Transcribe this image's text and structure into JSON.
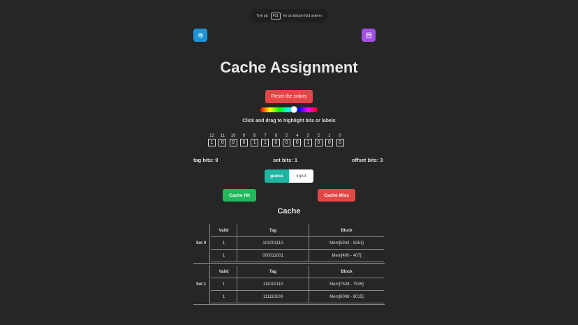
{
  "toast": {
    "prefix": "Tryk på",
    "key": "F11",
    "suffix": "for at afslutte fuld skærm"
  },
  "icons": {
    "left": "gear-icon",
    "right": "database-icon"
  },
  "title": "Cache Assignment",
  "reset_label": "Reset the colors",
  "hue_slider": {
    "value": 0.6
  },
  "instruction": "Click and drag to highlight bits or labels",
  "bits": [
    {
      "index": "12",
      "value": "1"
    },
    {
      "index": "11",
      "value": "0"
    },
    {
      "index": "10",
      "value": "0"
    },
    {
      "index": "9",
      "value": "0"
    },
    {
      "index": "8",
      "value": "1"
    },
    {
      "index": "7",
      "value": "1"
    },
    {
      "index": "6",
      "value": "0"
    },
    {
      "index": "5",
      "value": "0"
    },
    {
      "index": "4",
      "value": "0"
    },
    {
      "index": "3",
      "value": "1"
    },
    {
      "index": "2",
      "value": "0"
    },
    {
      "index": "1",
      "value": "0"
    },
    {
      "index": "0",
      "value": "0"
    }
  ],
  "bit_info": {
    "tag": "tag bits: 9",
    "set": "set bits: 1",
    "offset": "offset bits: 3"
  },
  "toggle": {
    "guess": "guess",
    "input": "input"
  },
  "hit_label": "Cache Hit",
  "miss_label": "Cache Miss",
  "cache": {
    "title": "Cache",
    "headers": {
      "valid": "Valid",
      "tag": "Tag",
      "block": "Block"
    },
    "sets": [
      {
        "label": "Set 0",
        "rows": [
          {
            "valid": "1",
            "tag": "101001110",
            "block": "Mem[5344 - 5351]"
          },
          {
            "valid": "1",
            "tag": "000011001",
            "block": "Mem[400 - 407]"
          }
        ]
      },
      {
        "label": "Set 1",
        "rows": [
          {
            "valid": "1",
            "tag": "111010110",
            "block": "Mem[7528 - 7535]"
          },
          {
            "valid": "1",
            "tag": "111110100",
            "block": "Mem[8008 - 8015]"
          }
        ]
      }
    ]
  },
  "colors": {
    "accent_blue": "#1e94d6",
    "accent_purple": "#a251e5",
    "hit": "#21b95a",
    "miss": "#e34646",
    "toggle_on": "#1eb5a2"
  }
}
